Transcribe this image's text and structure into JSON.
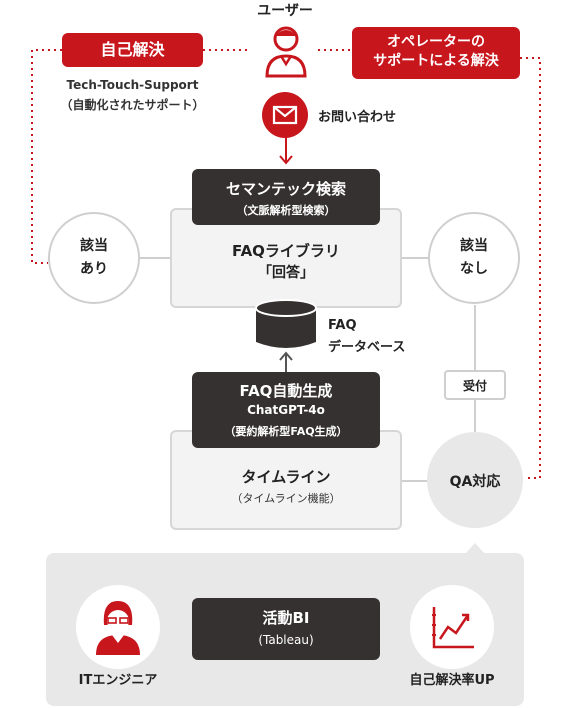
{
  "user": {
    "label": "ユーザー"
  },
  "self_solve": {
    "label": "自己解決",
    "sub1": "Tech-Touch-Support",
    "sub2": "（自動化されたサポート）"
  },
  "operator": {
    "line1": "オペレーターの",
    "line2": "サポートによる解決"
  },
  "inquiry": {
    "label": "お問い合わせ"
  },
  "semantic": {
    "title": "セマンテック検索",
    "sub": "（文脈解析型検索）"
  },
  "faq_library": {
    "line1": "FAQライブラリ",
    "line2": "「回答」"
  },
  "hit": {
    "line1": "該当",
    "line2": "あり"
  },
  "nohit": {
    "line1": "該当",
    "line2": "なし"
  },
  "faq_db": {
    "line1": "FAQ",
    "line2": "データベース"
  },
  "faq_gen": {
    "title": "FAQ自動生成",
    "model": "ChatGPT-4o",
    "sub": "（要約解析型FAQ生成）"
  },
  "timeline": {
    "title": "タイムライン",
    "sub": "（タイムライン機能）"
  },
  "accept": {
    "label": "受付"
  },
  "qa": {
    "label": "QA対応"
  },
  "bi": {
    "title": "活動BI",
    "sub": "(Tableau)"
  },
  "it_engineer": {
    "label": "ITエンジニア"
  },
  "self_rate": {
    "label": "自己解決率UP"
  },
  "colors": {
    "accent": "#c8161d",
    "dark": "#353130",
    "panel": "#f3f3f3",
    "border": "#d6d6d6"
  },
  "icons": [
    "user-icon",
    "mail-icon",
    "database-icon",
    "engineer-icon",
    "growth-chart-icon"
  ]
}
